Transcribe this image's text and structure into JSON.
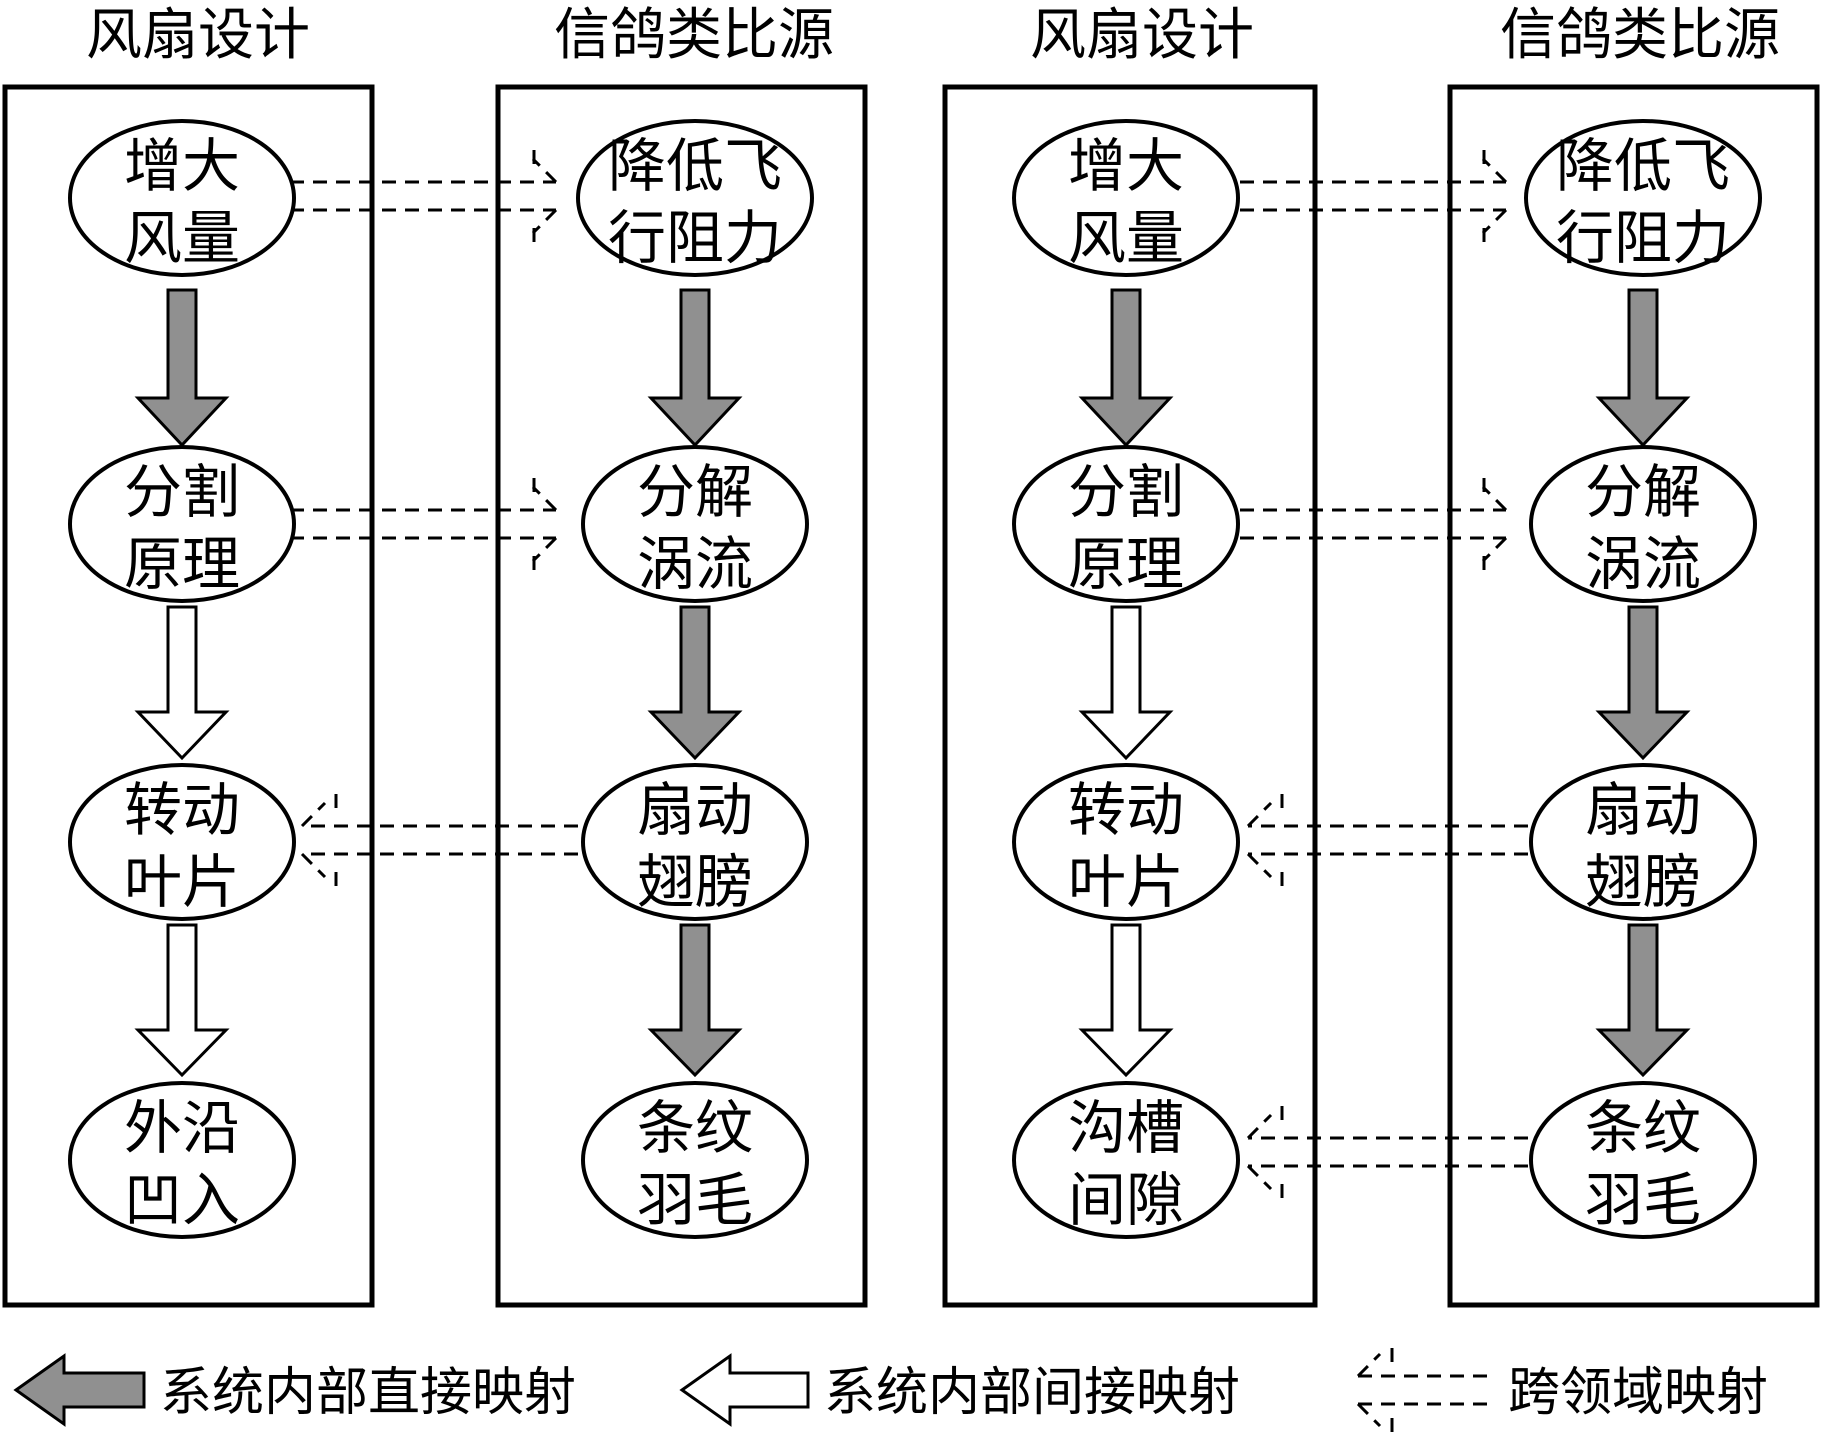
{
  "panels": [
    {
      "left_header": "风扇设计",
      "right_header": "信鸽类比源",
      "left_nodes": [
        {
          "line1": "增大",
          "line2": "风量"
        },
        {
          "line1": "分割",
          "line2": "原理"
        },
        {
          "line1": "转动",
          "line2": "叶片"
        },
        {
          "line1": "外沿",
          "line2": "凹入"
        }
      ],
      "right_nodes": [
        {
          "line1": "降低飞",
          "line2": "行阻力"
        },
        {
          "line1": "分解",
          "line2": "涡流"
        },
        {
          "line1": "扇动",
          "line2": "翅膀"
        },
        {
          "line1": "条纹",
          "line2": "羽毛"
        }
      ]
    },
    {
      "left_header": "风扇设计",
      "right_header": "信鸽类比源",
      "left_nodes": [
        {
          "line1": "增大",
          "line2": "风量"
        },
        {
          "line1": "分割",
          "line2": "原理"
        },
        {
          "line1": "转动",
          "line2": "叶片"
        },
        {
          "line1": "沟槽",
          "line2": "间隙"
        }
      ],
      "right_nodes": [
        {
          "line1": "降低飞",
          "line2": "行阻力"
        },
        {
          "line1": "分解",
          "line2": "涡流"
        },
        {
          "line1": "扇动",
          "line2": "翅膀"
        },
        {
          "line1": "条纹",
          "line2": "羽毛"
        }
      ]
    }
  ],
  "legend": {
    "direct": "系统内部直接映射",
    "indirect": "系统内部间接映射",
    "cross": "跨领域映射"
  },
  "colors": {
    "direct_arrow_fill": "#909090",
    "indirect_arrow_fill": "#ffffff",
    "stroke": "#000000"
  }
}
